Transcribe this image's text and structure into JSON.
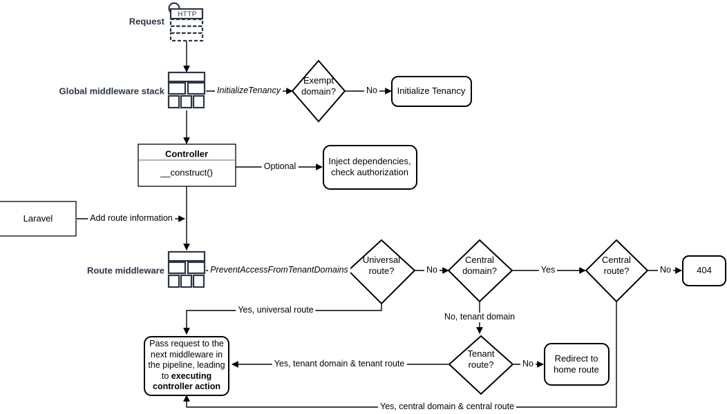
{
  "diagram": {
    "title": "Laravel multi-tenancy request lifecycle flowchart",
    "colors": {
      "stroke": "#000000",
      "icon_stroke": "#2b3445",
      "background": "#ffffff"
    },
    "row_labels": {
      "request": "Request",
      "global_middleware_stack": "Global middleware stack",
      "route_middleware": "Route middleware"
    },
    "nodes": {
      "http_icon_label": "HTTP",
      "exempt_domain": "Exempt\ndomain?",
      "exempt_domain_line1": "Exempt",
      "exempt_domain_line2": "domain?",
      "initialize_tenancy": "Initialize Tenancy",
      "controller_title": "Controller",
      "controller_method": "__construct()",
      "inject_dependencies_line1": "Inject dependencies,",
      "inject_dependencies_line2": "check authorization",
      "laravel": "Laravel",
      "universal_route_line1": "Universal",
      "universal_route_line2": "route?",
      "central_domain_line1": "Central",
      "central_domain_line2": "domain?",
      "central_route_line1": "Central",
      "central_route_line2": "route?",
      "not_found": "404",
      "tenant_route_line1": "Tenant",
      "tenant_route_line2": "route?",
      "redirect_home_line1": "Redirect to",
      "redirect_home_line2": "home route",
      "pass_request_plain": "Pass request to the next middleware in the pipeline, leading to ",
      "pass_request_bold": "executing controller action"
    },
    "edge_labels": {
      "initialize_tenancy_mw": "InitializeTenancy",
      "exempt_no": "No",
      "optional": "Optional",
      "add_route_information": "Add route information",
      "prevent_access_mw": "PreventAccessFromTenantDomains",
      "universal_no": "No",
      "central_domain_yes": "Yes",
      "central_route_no": "No",
      "no_tenant_domain": "No, tenant domain",
      "tenant_route_no": "No",
      "yes_universal_route": "Yes, universal route",
      "yes_tenant_domain_tenant_route": "Yes, tenant domain & tenant route",
      "yes_central_domain_central_route": "Yes, central domain & central route"
    }
  }
}
